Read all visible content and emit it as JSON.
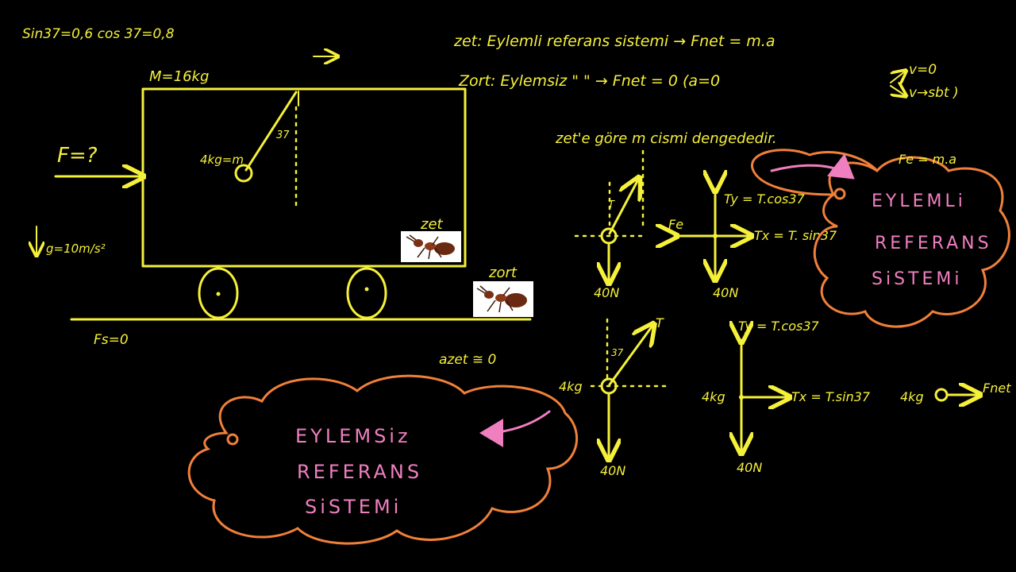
{
  "colors": {
    "background": "#000000",
    "ink": "#f5f03a",
    "cloud": "#f0803a",
    "cloud_text": "#f07fc0"
  },
  "header": {
    "trig": "Sin37=0,6   cos 37=0,8",
    "zet_line": "zet:  Eylemli referans sistemi → Fnet = m.a",
    "zort_line": "Zort:  Eylemsiz   \"   \"   → Fnet = 0  (a=0",
    "v_zero": "v=0",
    "v_const": "v→sbt )"
  },
  "cart": {
    "mass": "M=16kg",
    "force": "F=?",
    "gravity": "g=10m/s²",
    "bob": "4kg=m",
    "angle": "37",
    "zet_label": "zet",
    "zort_label": "zort",
    "friction": "Fs=0",
    "relative_accel": "azet ≅ 0"
  },
  "zet_view": {
    "statement": "zet'e göre  m cismi dengededir.",
    "fe_ma": "Fe = m.a",
    "tension": "T",
    "weight_a": "40N",
    "ty": "Ty = T.cos37",
    "fe": "Fe",
    "tx": "Tx = T. sin37",
    "weight_b": "40N"
  },
  "zort_view": {
    "tension": "T",
    "angle": "37",
    "mass_a": "4kg",
    "weight_a": "40N",
    "ty": "Ty = T.cos37",
    "mass_b": "4kg",
    "tx": "Tx = T.sin37",
    "weight_b": "40N",
    "mass_c": "4kg",
    "fnet": "Fnet"
  },
  "clouds": {
    "eylemli": [
      "EYLEMLi",
      "REFERANS",
      "SiSTEMi"
    ],
    "eylemsiz": [
      "EYLEMSiz",
      "REFERANS",
      "SiSTEMi"
    ]
  }
}
